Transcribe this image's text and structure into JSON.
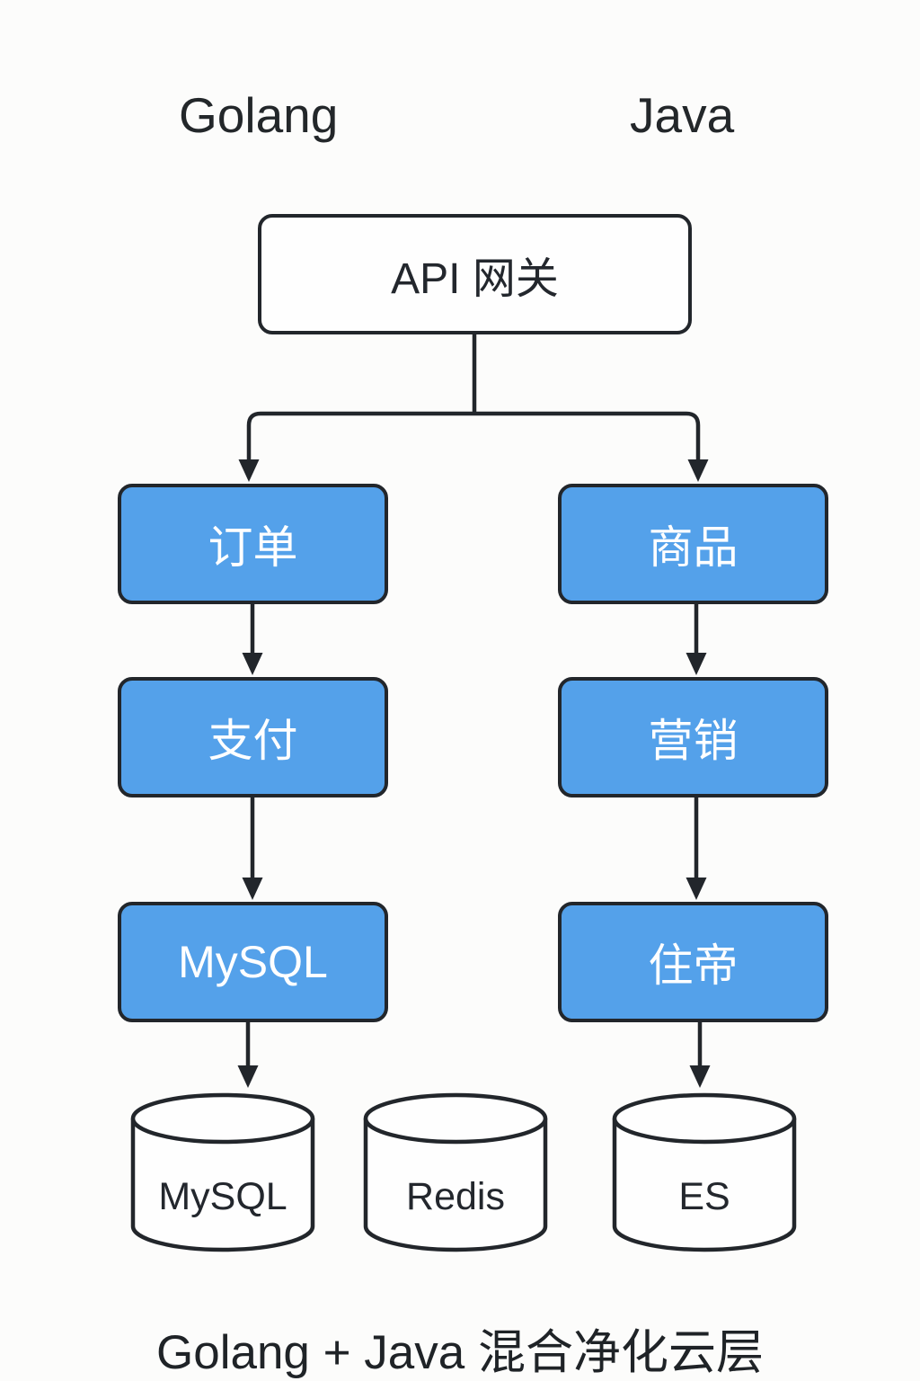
{
  "diagram": {
    "column_labels": {
      "left": "Golang",
      "right": "Java"
    },
    "gateway_label": "API 网关",
    "services": {
      "golang": [
        "订单",
        "支付",
        "MySQL"
      ],
      "java": [
        "商品",
        "营销",
        "住帝"
      ]
    },
    "datastores": [
      "MySQL",
      "Redis",
      "ES"
    ],
    "caption": "Golang + Java 混合净化云层",
    "colors": {
      "service_fill": "#54a1ea",
      "node_border": "#22262b",
      "arrow": "#22262b",
      "background": "#fcfcfb",
      "text_dark": "#212529",
      "text_light": "#ffffff"
    }
  }
}
